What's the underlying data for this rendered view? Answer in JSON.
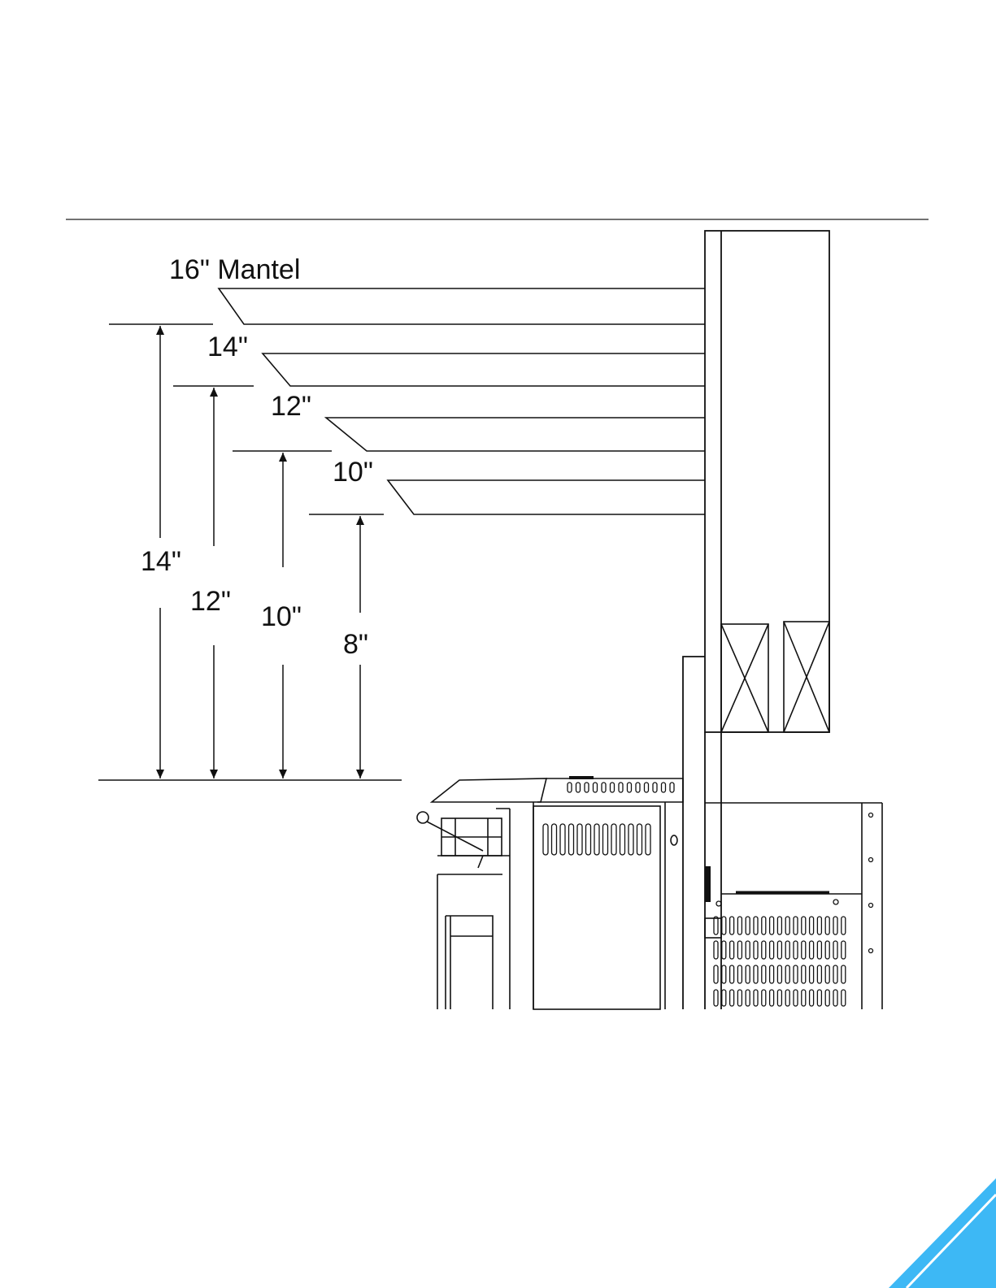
{
  "diagram": {
    "mantel_labels": [
      "16\" Mantel",
      "14\"",
      "12\"",
      "10\""
    ],
    "clearance_labels": [
      "14\"",
      "12\"",
      "10\"",
      "8\""
    ]
  },
  "colors": {
    "line": "#111111",
    "corner_accent": "#3db8f5"
  }
}
